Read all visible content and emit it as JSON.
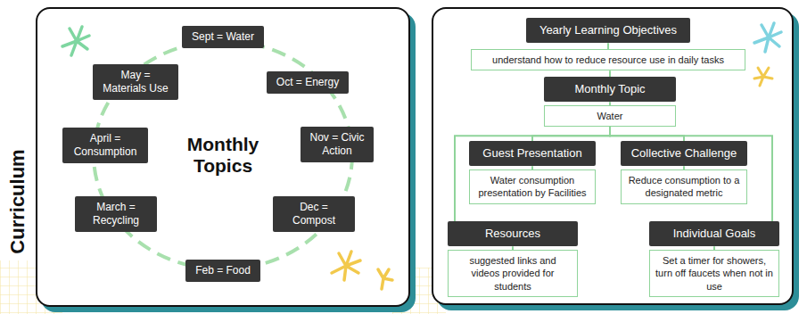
{
  "diagram": {
    "nodes": [
      {
        "text": [
          "Monthly Topics"
        ]
      },
      {
        "text": [
          "Sept = Water"
        ]
      },
      {
        "text": [
          "Oct = Energy"
        ]
      },
      {
        "text": [
          "Nov = Civic Action"
        ]
      },
      {
        "text": [
          "Dec = Compost"
        ]
      },
      {
        "text": [
          "Feb = Food"
        ]
      },
      {
        "text": [
          "March = Recycling"
        ]
      },
      {
        "text": [
          "April = Consumption"
        ]
      },
      {
        "text": [
          "May = Materials Use"
        ]
      },
      {
        "text": [
          "Yearly Learning Objectives"
        ]
      },
      {
        "text": [
          "understand how to reduce resource use in daily tasks"
        ]
      },
      {
        "text": [
          "Monthly Topic"
        ]
      },
      {
        "text": [
          "Water"
        ]
      },
      {
        "text": [
          "Guest Presentation"
        ]
      },
      {
        "text": [
          "Water consumption presentation by Facilities"
        ]
      },
      {
        "text": [
          "Collective Challenge"
        ]
      },
      {
        "text": [
          "Reduce consumption to a designated metric"
        ]
      },
      {
        "text": [
          "Resources"
        ]
      },
      {
        "text": [
          "suggested links and videos provided for students"
        ]
      },
      {
        "text": [
          "Individual Goals"
        ]
      },
      {
        "text": [
          "Set a timer for showers, turn off faucets when not in use"
        ]
      }
    ],
    "edges": [
      {
        "from": 9,
        "to": 10,
        "arrow": "none"
      },
      {
        "from": 10,
        "to": 11,
        "arrow": "none"
      },
      {
        "from": 11,
        "to": 12,
        "arrow": "none"
      },
      {
        "from": 12,
        "to": 13,
        "arrow": "none"
      },
      {
        "from": 12,
        "to": 15,
        "arrow": "none"
      },
      {
        "from": 12,
        "to": 17,
        "arrow": "none"
      },
      {
        "from": 12,
        "to": 19,
        "arrow": "none"
      },
      {
        "from": 13,
        "to": 14,
        "arrow": "none"
      },
      {
        "from": 15,
        "to": 16,
        "arrow": "none"
      },
      {
        "from": 17,
        "to": 18,
        "arrow": "none"
      },
      {
        "from": 19,
        "to": 20,
        "arrow": "none"
      }
    ],
    "labels": [
      "Curriculum"
    ]
  }
}
